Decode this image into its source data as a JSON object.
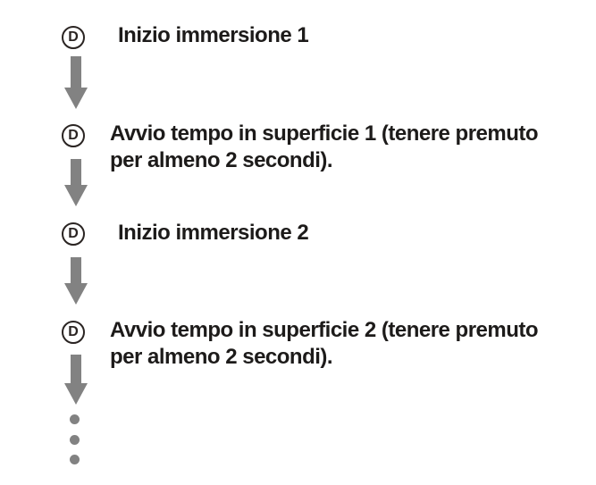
{
  "diagram": {
    "type": "flow",
    "icon_letter": "D",
    "steps": [
      {
        "icon": "d-button",
        "label": "Inizio immersione 1"
      },
      {
        "icon": "d-button",
        "label": "Avvio tempo in superficie 1 (tenere premuto per almeno 2 secondi)."
      },
      {
        "icon": "d-button",
        "label": "Inizio immersione 2"
      },
      {
        "icon": "d-button",
        "label": "Avvio tempo in superficie 2 (tenere premuto per almeno 2 secondi)."
      }
    ],
    "connector": "down-arrow",
    "continuation_dots": 3,
    "colors": {
      "background": "#ffffff",
      "text": "#1d1b1a",
      "icon_outline": "#2a2422",
      "arrow": "#828282"
    }
  }
}
